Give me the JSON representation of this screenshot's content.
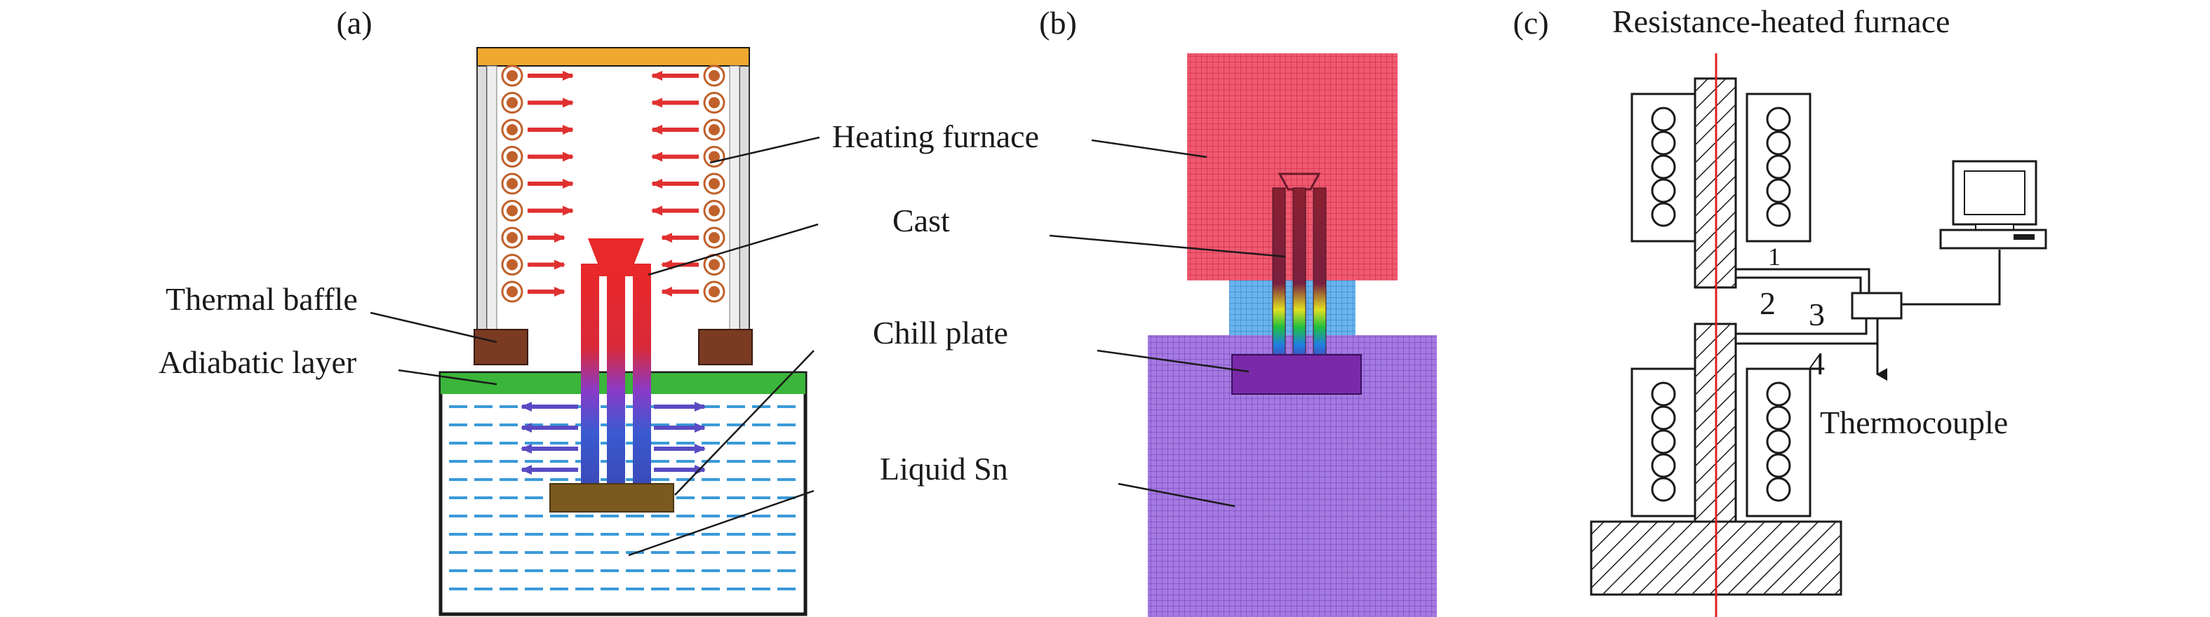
{
  "panels": {
    "a": {
      "letter": "(a)"
    },
    "b": {
      "letter": "(b)"
    },
    "c": {
      "letter": "(c)",
      "title": "Resistance-heated furnace"
    }
  },
  "labels": {
    "heating_furnace": "Heating furnace",
    "cast": "Cast",
    "chill_plate": "Chill plate",
    "liquid_sn": "Liquid Sn",
    "thermal_baffle": "Thermal baffle",
    "adiabatic_layer": "Adiabatic layer",
    "thermocouple": "Thermocouple"
  },
  "thermocouple_numbers": [
    "1",
    "2",
    "3",
    "4"
  ],
  "colors": {
    "furnace_top": "#f0a830",
    "heater_coil": "#c0612b",
    "heat_arrow": "#e03030",
    "baffle": "#7a3b22",
    "adiabatic": "#3bb53b",
    "bath_line": "#3a9ad9",
    "flow_arrow": "#5a4bc4",
    "chill_plate": "#7a5a1e",
    "mesh_red": "#e8405a",
    "mesh_blue": "#4a9ee0",
    "mesh_purple": "#8a5ad0",
    "centerline": "#e02020"
  }
}
